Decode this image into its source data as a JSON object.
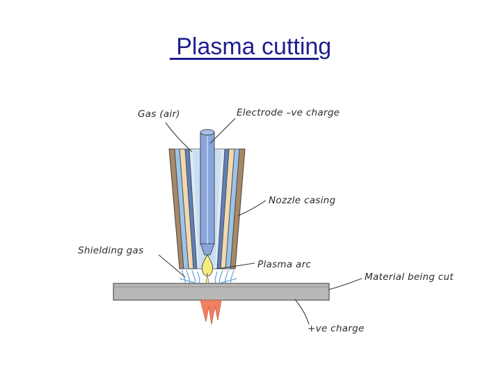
{
  "title": " Plasma cutting",
  "labels": {
    "gas": "Gas (air)",
    "electrode": "Electrode –ve charge",
    "nozzle": "Nozzle casing",
    "shielding": "Shielding gas",
    "plasma_arc": "Plasma arc",
    "material": "Material being cut",
    "positive": "+ve charge"
  },
  "colors": {
    "title": "#1f1f8f",
    "casing_brown": "#a88866",
    "gas_blue": "#9cc4e8",
    "electrode_blue": "#8aa6dc",
    "nozzle_tan": "#f0d8b0",
    "arc_yellow": "#f6ec7a",
    "spark_orange": "#f08060",
    "material_grey": "#b8b8b8"
  }
}
